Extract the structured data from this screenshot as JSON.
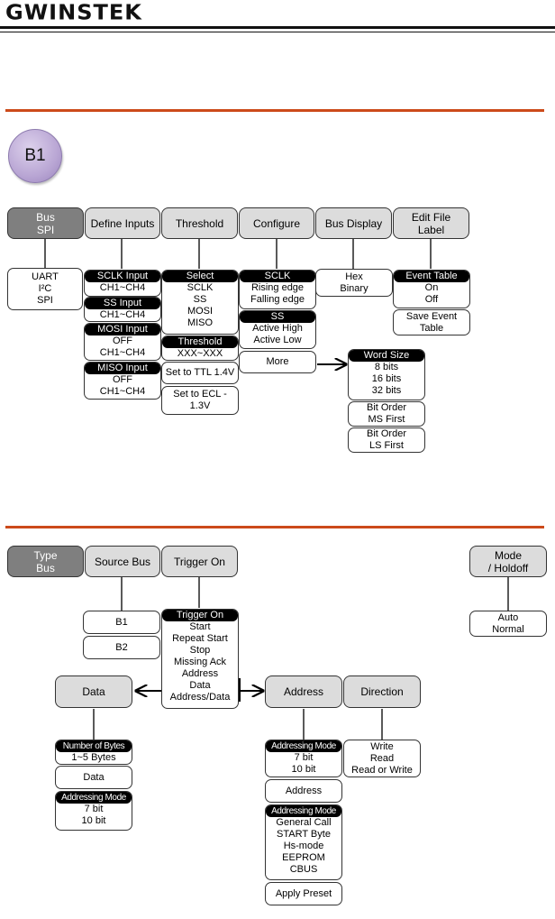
{
  "header": {
    "logo": "GWINSTEK"
  },
  "colors": {
    "section_rule": "#cc4a1a",
    "key_fill": "#dcdcdc",
    "key_dark_fill": "#7f7f7f",
    "b1_fill": "#b9a6d4"
  },
  "bus_menu": {
    "badge": "B1",
    "keys": {
      "bus": [
        "Bus",
        "SPI"
      ],
      "define_inputs": "Define Inputs",
      "threshold": "Threshold",
      "configure": "Configure",
      "bus_display": "Bus Display",
      "edit_file_label": [
        "Edit File",
        "Label"
      ]
    },
    "bus_type": [
      "UART",
      "I²C",
      "SPI"
    ],
    "define": {
      "sclk": {
        "header": "SCLK Input",
        "value": "CH1~CH4"
      },
      "ss": {
        "header": "SS Input",
        "value": "CH1~CH4"
      },
      "mosi": {
        "header": "MOSI Input",
        "lines": [
          "OFF",
          "CH1~CH4"
        ]
      },
      "miso": {
        "header": "MISO Input",
        "lines": [
          "OFF",
          "CH1~CH4"
        ]
      }
    },
    "threshold": {
      "select": {
        "header": "Select",
        "items": [
          "SCLK",
          "SS",
          "MOSI",
          "MISO"
        ]
      },
      "level": {
        "header": "Threshold",
        "value": "XXX~XXX"
      },
      "ttl": "Set to TTL 1.4V",
      "ecl": [
        "Set to ECL -",
        "1.3V"
      ]
    },
    "configure": {
      "sclk": {
        "header": "SCLK",
        "items": [
          "Rising edge",
          "Falling edge"
        ]
      },
      "ss": {
        "header": "SS",
        "items": [
          "Active High",
          "Active Low"
        ]
      },
      "more": "More"
    },
    "more_menu": {
      "word_size": {
        "header": "Word Size",
        "items": [
          "8 bits",
          "16 bits",
          "32 bits"
        ]
      },
      "msb": [
        "Bit Order",
        "MS First"
      ],
      "lsb": [
        "Bit Order",
        "LS First"
      ]
    },
    "display": [
      "Hex",
      "Binary"
    ],
    "event_table": {
      "header": "Event Table",
      "items": [
        "On",
        "Off"
      ]
    },
    "save_event": [
      "Save Event",
      "Table"
    ]
  },
  "trigger_menu": {
    "keys": {
      "type": [
        "Type",
        "Bus"
      ],
      "source_bus": "Source Bus",
      "trigger_on": "Trigger On",
      "mode": [
        "Mode",
        "/ Holdoff"
      ],
      "data": "Data",
      "address": "Address",
      "direction": "Direction"
    },
    "sources": [
      "B1",
      "B2"
    ],
    "trigger_on_list": {
      "header": "Trigger On",
      "items": [
        "Start",
        "Repeat Start",
        "Stop",
        "Missing Ack",
        "Address",
        "Data",
        "Address/Data"
      ]
    },
    "mode_values": [
      "Auto",
      "Normal"
    ],
    "data_menu": {
      "bytes": {
        "header": "Number of Bytes",
        "value": "1~5 Bytes"
      },
      "data": "Data",
      "addr_mode": {
        "header": "Addressing Mode",
        "items": [
          "7 bit",
          "10 bit"
        ]
      }
    },
    "address_menu": {
      "addr_mode": {
        "header": "Addressing Mode",
        "items": [
          "7 bit",
          "10 bit"
        ]
      },
      "address": "Address",
      "preset": {
        "header": "Addressing Mode",
        "items": [
          "General Call",
          "START Byte",
          "Hs-mode",
          "EEPROM",
          "CBUS"
        ]
      },
      "apply": "Apply Preset"
    },
    "direction_values": [
      "Write",
      "Read",
      "Read or Write"
    ]
  }
}
